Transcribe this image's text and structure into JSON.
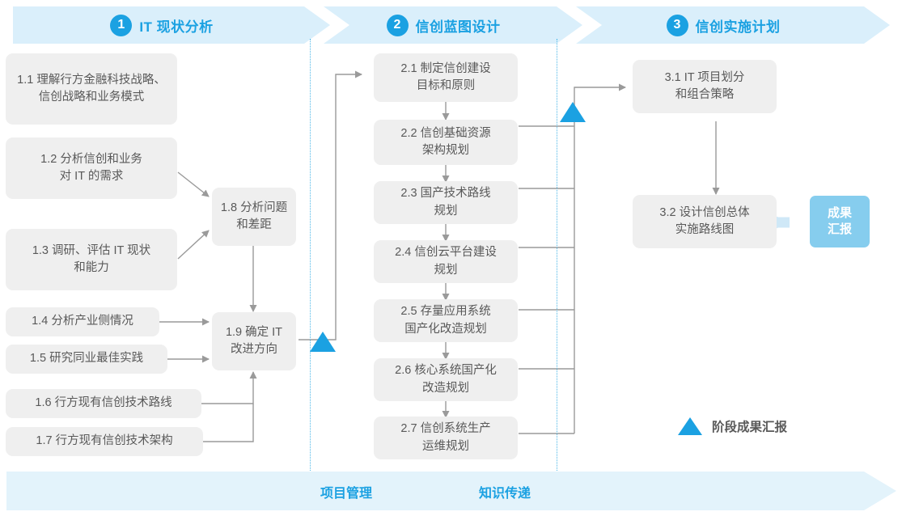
{
  "phases": [
    {
      "num": "1",
      "title": "IT 现状分析"
    },
    {
      "num": "2",
      "title": "信创蓝图设计"
    },
    {
      "num": "3",
      "title": "信创实施计划"
    }
  ],
  "boxes": [
    {
      "id": "1.1",
      "label": "1.1 理解行方金融科技战略、\n信创战略和业务模式"
    },
    {
      "id": "1.2",
      "label": "1.2 分析信创和业务\n对 IT 的需求"
    },
    {
      "id": "1.3",
      "label": "1.3 调研、评估 IT 现状\n和能力"
    },
    {
      "id": "1.4",
      "label": "1.4 分析产业侧情况"
    },
    {
      "id": "1.5",
      "label": "1.5 研究同业最佳实践"
    },
    {
      "id": "1.6",
      "label": "1.6 行方现有信创技术路线"
    },
    {
      "id": "1.7",
      "label": "1.7 行方现有信创技术架构"
    },
    {
      "id": "1.8",
      "label": "1.8 分析问题\n和差距"
    },
    {
      "id": "1.9",
      "label": "1.9 确定 IT\n改进方向"
    },
    {
      "id": "2.1",
      "label": "2.1 制定信创建设\n目标和原则"
    },
    {
      "id": "2.2",
      "label": "2.2 信创基础资源\n架构规划"
    },
    {
      "id": "2.3",
      "label": "2.3 国产技术路线\n规划"
    },
    {
      "id": "2.4",
      "label": "2.4 信创云平台建设\n规划"
    },
    {
      "id": "2.5",
      "label": "2.5 存量应用系统\n国产化改造规划"
    },
    {
      "id": "2.6",
      "label": "2.6 核心系统国产化\n改造规划"
    },
    {
      "id": "2.7",
      "label": "2.7 信创系统生产\n运维规划"
    },
    {
      "id": "3.1",
      "label": "3.1 IT 项目划分\n和组合策略"
    },
    {
      "id": "3.2",
      "label": "3.2 设计信创总体\n实施路线图"
    }
  ],
  "result_badge": {
    "label": "成果\n汇报"
  },
  "legend": {
    "label": "阶段成果汇报"
  },
  "bottom": {
    "project_management": "项目管理",
    "knowledge_transfer": "知识传递"
  },
  "colors": {
    "accent": "#1ba1e2",
    "band": "#daeffb",
    "bottom_band": "#e3f3fb",
    "box_fill": "#efefef",
    "box_text": "#595959",
    "badge_fill": "#86cdee",
    "connector": "#808080",
    "divider": "#4fb8e8"
  }
}
